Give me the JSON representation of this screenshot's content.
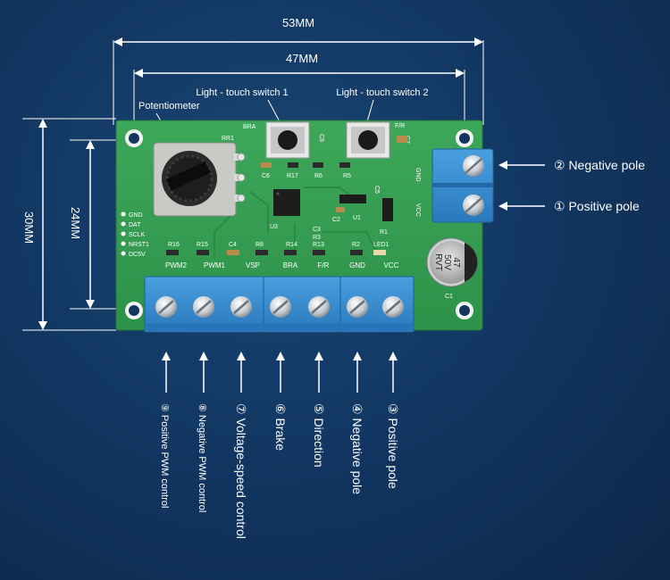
{
  "dimensions": {
    "width_outer": "53MM",
    "width_inner": "47MM",
    "height_outer": "30MM",
    "height_inner": "24MM"
  },
  "callouts": {
    "switch1": "Light - touch switch 1",
    "switch2": "Light - touch switch 2",
    "potentiometer": "Potentiometer"
  },
  "board": {
    "silkscreen": {
      "bra": "BRA",
      "fr_top": "F/R",
      "c7": "C7",
      "c9": "C9",
      "rr1": "RR1",
      "c6": "C6",
      "r17": "R17",
      "r6": "R6",
      "r5": "R5",
      "c5": "C5",
      "c2": "C2",
      "u1": "U1",
      "u3": "U3",
      "r1": "R1",
      "c3": "C3",
      "r3": "R3",
      "r14": "R14",
      "r13": "R13",
      "r16": "R16",
      "r15": "R15",
      "c4": "C4",
      "r8": "R8",
      "r2": "R2",
      "led1": "LED1",
      "c1": "C1",
      "gnd_right": "GND",
      "vcc_right": "VCC",
      "cap_text1": "47",
      "cap_text2": "50V",
      "cap_text3": "RVT"
    },
    "pins": [
      "GND",
      "DAT",
      "SCLK",
      "NRST1",
      "DC5V"
    ],
    "terminal_labels": [
      "PWM2",
      "PWM1",
      "VSP",
      "BRA",
      "F/R",
      "GND",
      "VCC"
    ]
  },
  "right_terminals": {
    "neg": "② Negative pole",
    "pos": "① Positive pole"
  },
  "bottom_terminals": [
    {
      "label": "⑨ Positive PWM control",
      "size": "small"
    },
    {
      "label": "⑧ Negative PWM control",
      "size": "small"
    },
    {
      "label": "⑦ Voltage-speed control",
      "size": "big"
    },
    {
      "label": "⑥ Brake",
      "size": "big"
    },
    {
      "label": "⑤ Direction",
      "size": "big"
    },
    {
      "label": "④ Negative pole",
      "size": "big"
    },
    {
      "label": "③ Positive pole",
      "size": "big"
    }
  ]
}
